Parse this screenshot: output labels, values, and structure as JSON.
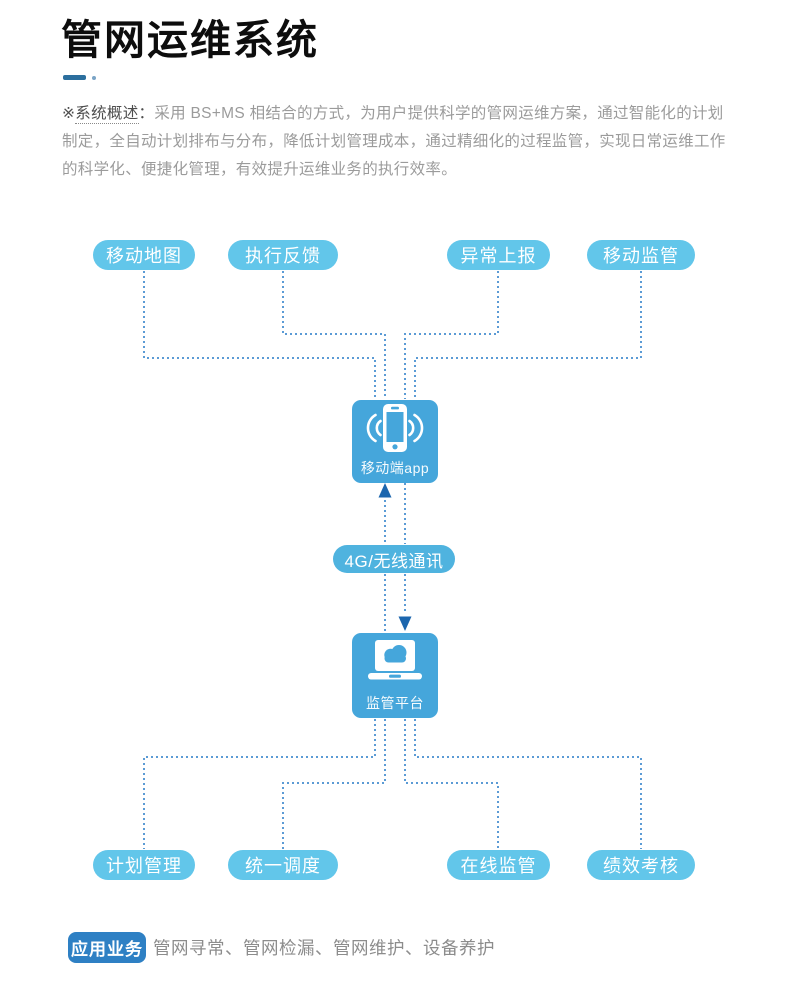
{
  "header": {
    "title": "管网运维系统"
  },
  "intro": {
    "marker": "※",
    "label": "系统概述",
    "colon": "：",
    "body": "采用 BS+MS 相结合的方式，为用户提供科学的管网运维方案，通过智能化的计划制定，全自动计划排布与分布，降低计划管理成本，通过精细化的过程监管，实现日常运维工作的科学化、便捷化管理，有效提升运维业务的执行效率。"
  },
  "diagram": {
    "top_nodes": [
      {
        "label": "移动地图"
      },
      {
        "label": "执行反馈"
      },
      {
        "label": "异常上报"
      },
      {
        "label": "移动监管"
      }
    ],
    "mobile_app": {
      "label": "移动端app"
    },
    "link_label": "4G/无线通讯",
    "platform": {
      "label": "监管平台"
    },
    "bottom_nodes": [
      {
        "label": "计划管理"
      },
      {
        "label": "统一调度"
      },
      {
        "label": "在线监管"
      },
      {
        "label": "绩效考核"
      }
    ]
  },
  "footer": {
    "badge": "应用业务",
    "text": "管网寻常、管网检漏、管网维护、设备养护"
  },
  "colors": {
    "pill_blue": "#62c6ea",
    "box_blue": "#45a6db",
    "link_pill_blue": "#4fb3df",
    "badge_blue": "#2e80c4",
    "dotted_line": "#5b9bd5",
    "arrow_blue": "#1c66ae",
    "title_dash": "#2c6f9e",
    "body_text": "#9b9b9b"
  }
}
